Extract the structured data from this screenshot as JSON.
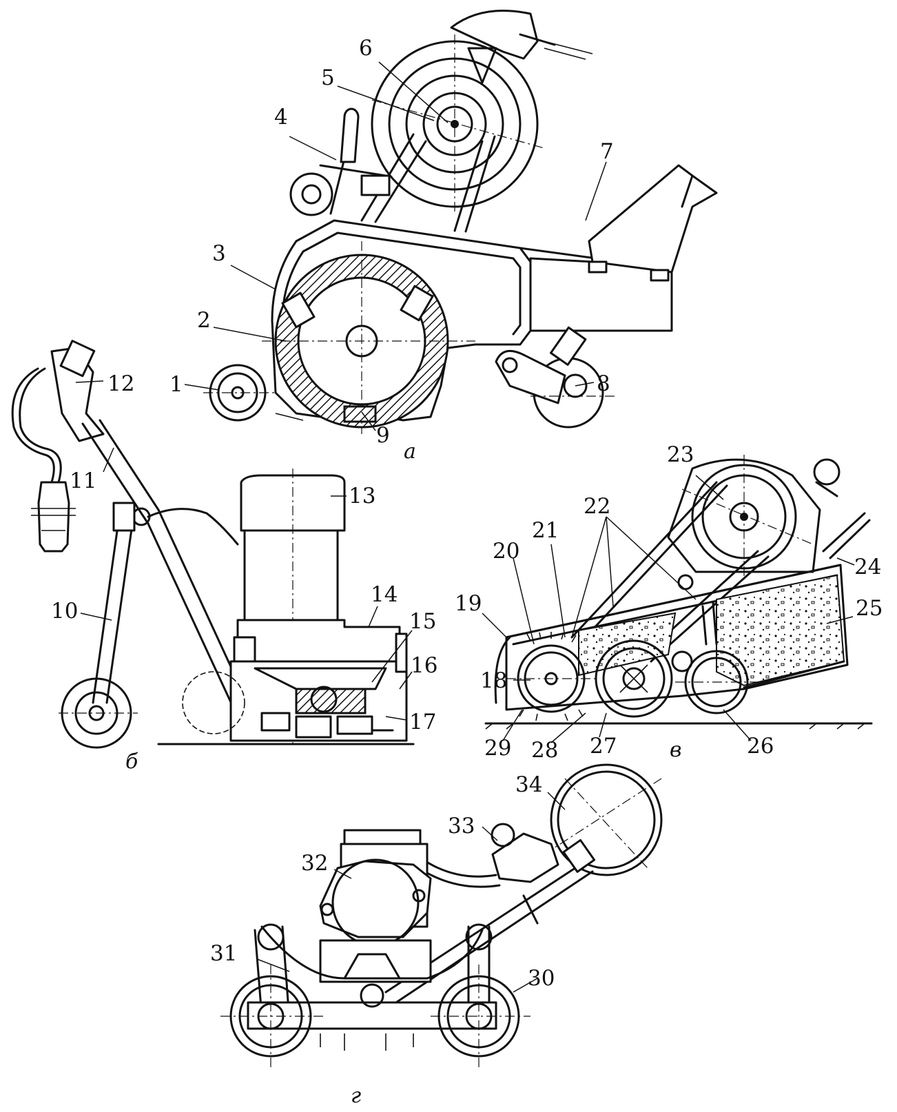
{
  "figure": {
    "subfigure_labels": [
      "а",
      "б",
      "в",
      "г"
    ],
    "callout_numbers": [
      "1",
      "2",
      "3",
      "4",
      "5",
      "6",
      "7",
      "8",
      "9",
      "10",
      "11",
      "12",
      "13",
      "14",
      "15",
      "16",
      "17",
      "18",
      "19",
      "20",
      "21",
      "22",
      "23",
      "24",
      "25",
      "26",
      "27",
      "28",
      "29",
      "30",
      "31",
      "32",
      "33",
      "34"
    ]
  }
}
